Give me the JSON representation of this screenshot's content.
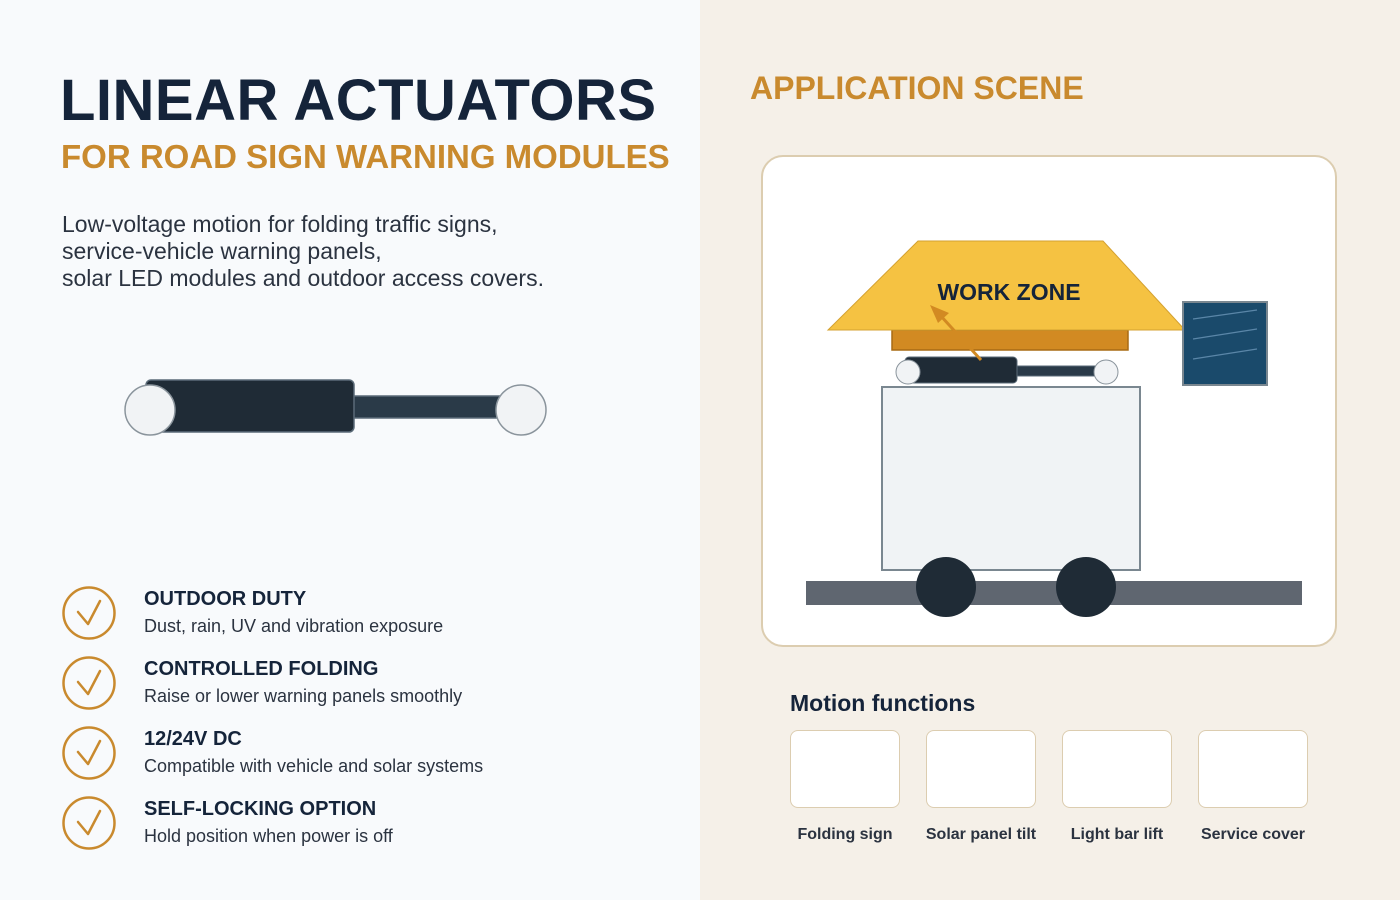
{
  "header": {
    "title": "LINEAR ACTUATORS",
    "subtitle": "FOR ROAD SIGN WARNING MODULES"
  },
  "description": {
    "lines": [
      "Low-voltage motion for folding traffic signs,",
      "service-vehicle warning panels,",
      "solar LED modules and outdoor access covers."
    ]
  },
  "features": [
    {
      "title": "OUTDOOR DUTY",
      "desc": "Dust, rain, UV and vibration exposure",
      "icon": "check-circle-icon"
    },
    {
      "title": "CONTROLLED FOLDING",
      "desc": "Raise or lower warning panels smoothly",
      "icon": "check-circle-icon"
    },
    {
      "title": "12/24V DC",
      "desc": "Compatible with vehicle and solar systems",
      "icon": "check-circle-icon"
    },
    {
      "title": "SELF-LOCKING OPTION",
      "desc": "Hold position when power is off",
      "icon": "check-circle-icon"
    }
  ],
  "application": {
    "title": "APPLICATION SCENE",
    "sign_text": "WORK ZONE"
  },
  "motion_functions": {
    "title": "Motion functions",
    "items": [
      {
        "label": "Folding sign"
      },
      {
        "label": "Solar panel tilt"
      },
      {
        "label": "Light bar lift"
      },
      {
        "label": "Service cover"
      }
    ]
  },
  "colors": {
    "navy": "#15243a",
    "accent": "#c98a2e",
    "sign_yellow": "#f5c242",
    "actuator_dark": "#1f2b36",
    "right_bg": "#f5f0e8"
  }
}
